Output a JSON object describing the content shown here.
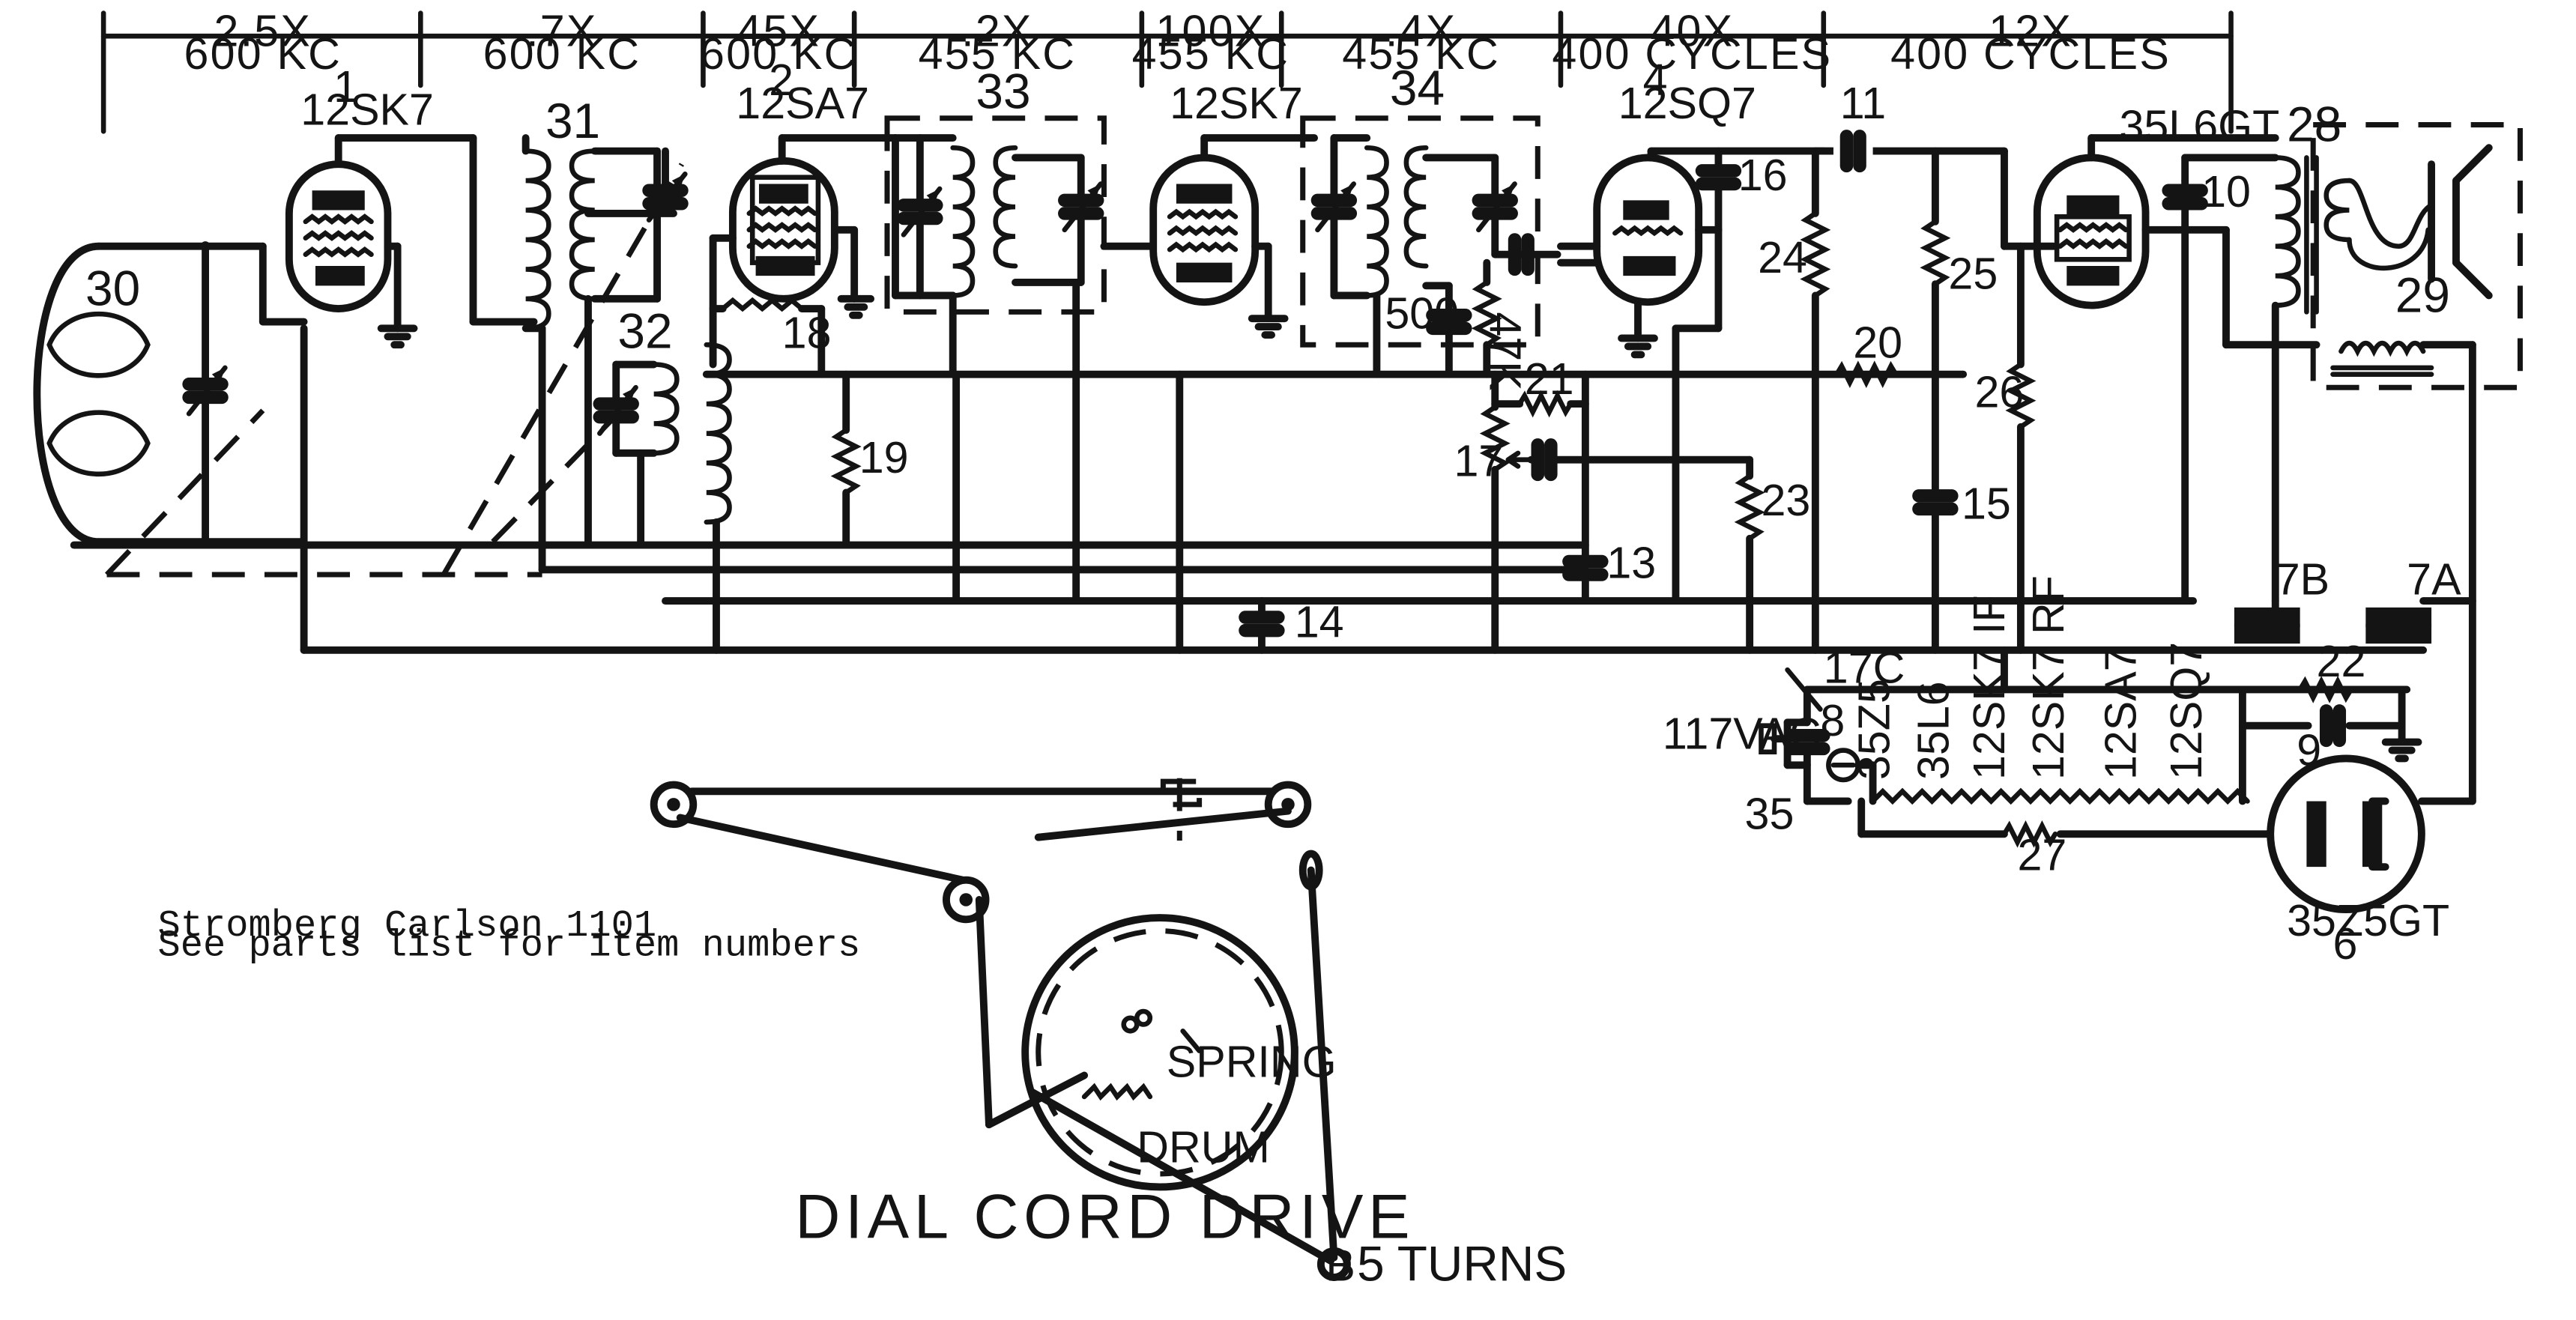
{
  "note": {
    "line1": "Stromberg Carlson 1101",
    "line2": "See parts list for item numbers"
  },
  "stage_gains": [
    {
      "gain": "2.5X",
      "freq": "600 KC"
    },
    {
      "gain": ".7X",
      "freq": "600 KC"
    },
    {
      "gain": "45X",
      "freq": "600 KC"
    },
    {
      "gain": ".2X",
      "freq": "455 KC"
    },
    {
      "gain": "100X",
      "freq": "455 KC"
    },
    {
      "gain": ".4X",
      "freq": "455 KC"
    },
    {
      "gain": "40X",
      "freq": "400 CYCLES"
    },
    {
      "gain": "12X",
      "freq": "400 CYCLES"
    }
  ],
  "tubes": [
    {
      "num": "1",
      "type": "12SK7"
    },
    {
      "num": "2",
      "type": "12SA7"
    },
    {
      "num": "",
      "type": "12SK7"
    },
    {
      "num": "4",
      "type": "12SQ7"
    },
    {
      "num": "",
      "type": "35L6GT"
    }
  ],
  "rectifier": {
    "type": "35Z5GT",
    "num": "6"
  },
  "filament_string": [
    "35Z5",
    "35L6",
    "12SK7 IF",
    "12SK7 RF",
    "12SA7",
    "12SQ7"
  ],
  "parts": {
    "p8": "8",
    "p9": "9",
    "p10": "10",
    "p11": "11",
    "p13": "13",
    "p14": "14",
    "p15": "15",
    "p16": "16",
    "p17": "17",
    "p17c": "17C",
    "p18": "18",
    "p19": "19",
    "p20": "20",
    "p21": "21",
    "p22": "22",
    "p23": "23",
    "p24": "24",
    "p25": "25",
    "p26": "26",
    "p27": "27",
    "p28": "28",
    "p29": "29",
    "p30": "30",
    "p31": "31",
    "p32": "32",
    "p33": "33",
    "p34": "34",
    "p35": "35"
  },
  "values": {
    "c500": "500",
    "r47k": "47K",
    "mains": "117VAC"
  },
  "switches": {
    "s7b": "7B",
    "s7a": "7A"
  },
  "dial": {
    "title": "DIAL CORD DRIVE",
    "spring": "SPRING",
    "drum": "DRUM",
    "turns": "5 TURNS",
    "turns_label": "B"
  }
}
